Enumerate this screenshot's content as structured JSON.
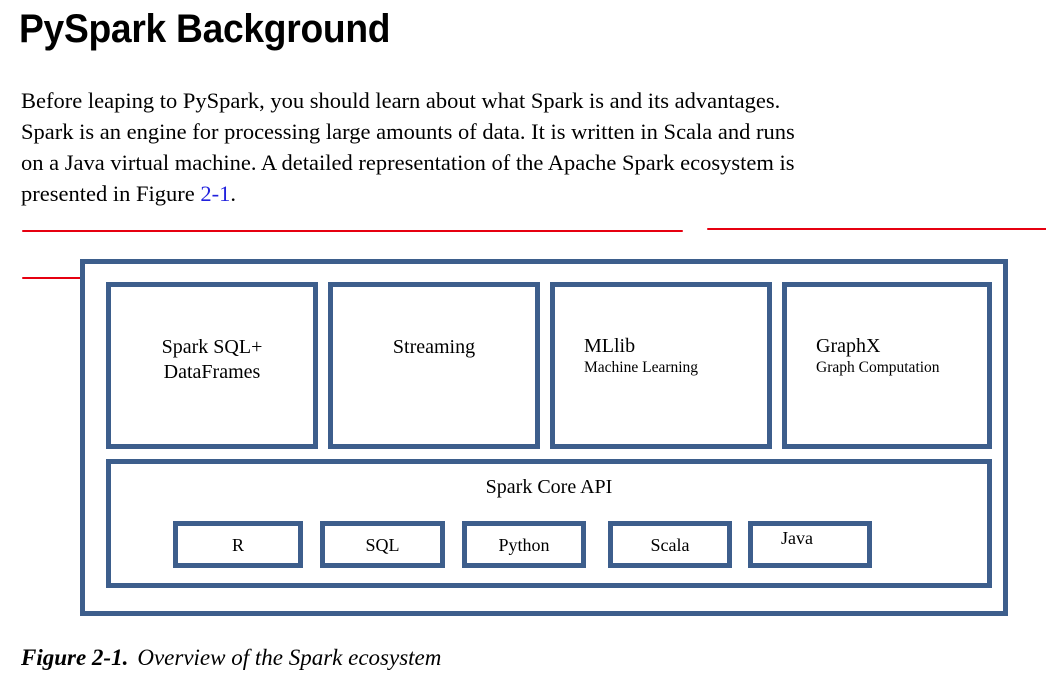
{
  "page": {
    "title": "PySpark Background",
    "paragraph_lines": [
      "Before leaping to PySpark, you should learn about what Spark is and its advantages.",
      "Spark is an engine for processing large amounts of data. It is written in Scala and runs",
      "on a Java virtual machine. A detailed representation of the Apache Spark ecosystem is",
      "presented in Figure "
    ],
    "paragraph_xref": "2-1",
    "paragraph_tail": ".",
    "annotations": {
      "underline_color": "#e60010",
      "underlined_spans": [
        "Spark is an engine for processing large amounts of data.",
        "It is written in Scala and runs",
        "on a Java virtual machine."
      ]
    },
    "xref_color": "#2222dd"
  },
  "figure": {
    "border_color": "#3d5e8c",
    "modules": [
      {
        "title": "Spark SQL+",
        "title2": "DataFrames",
        "subtitle": "",
        "layout": "centered"
      },
      {
        "title": "Streaming",
        "title2": "",
        "subtitle": "",
        "layout": "centered"
      },
      {
        "title": "MLlib",
        "title2": "",
        "subtitle": "Machine Learning",
        "layout": "left"
      },
      {
        "title": "GraphX",
        "title2": "",
        "subtitle": "Graph Computation",
        "layout": "left"
      }
    ],
    "core": {
      "title": "Spark Core API",
      "languages": [
        "R",
        "SQL",
        "Python",
        "Scala",
        "Java"
      ]
    }
  },
  "caption": {
    "number": "Figure 2-1.",
    "text": "Overview of the Spark ecosystem"
  }
}
